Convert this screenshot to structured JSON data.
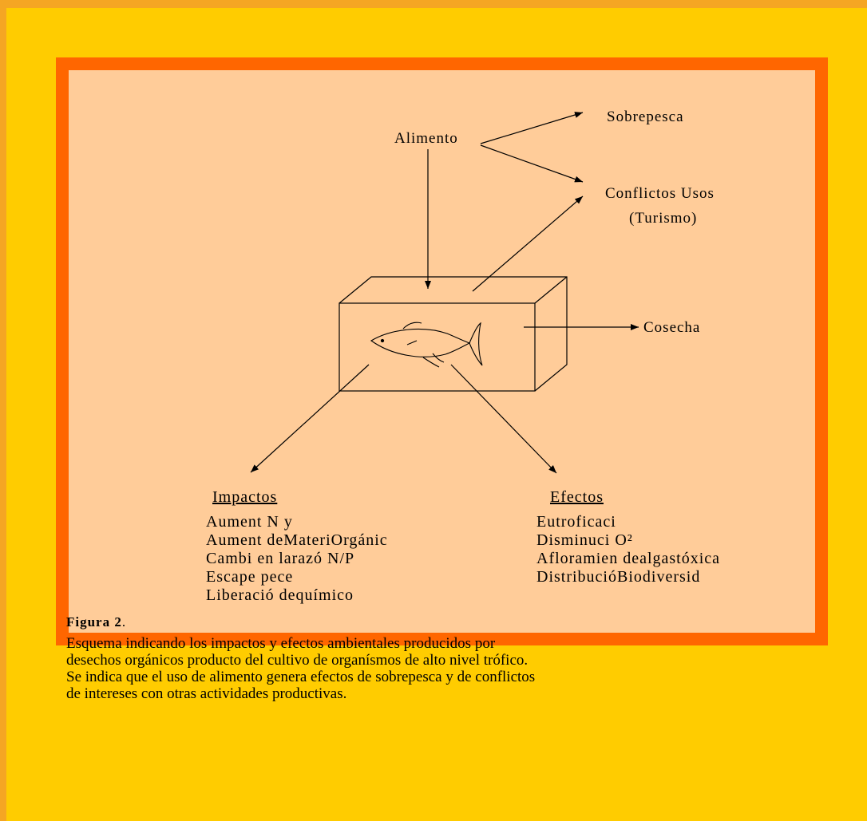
{
  "nodes": {
    "alimento": "Alimento",
    "sobrepesca": "Sobrepesca",
    "conflictos_line1": "Conflictos Usos",
    "conflictos_line2": "(Turismo)",
    "cosecha": "Cosecha"
  },
  "impactos": {
    "heading": "Impactos",
    "items": [
      "Aument N y",
      "Aument deMateriOrgánic",
      "Cambi en larazó N/P",
      "Escape pece",
      "Liberació dequímico"
    ]
  },
  "efectos": {
    "heading": "Efectos",
    "items": [
      "Eutroficaci",
      "Disminuci O²",
      "Afloramien dealgastóxica",
      "DistribucióBiodiversid"
    ]
  },
  "caption": {
    "title": "Figura 2",
    "title_suffix": ".",
    "lines": [
      "Esquema indicando los impactos y efectos ambientales producidos por",
      "desechos orgánicos producto del cultivo de organísmos de alto nivel trófico.",
      "Se indica que el uso de alimento genera efectos de sobrepesca y de conflictos",
      "de intereses con otras actividades productivas."
    ]
  },
  "colors": {
    "outer_background": "#ffcc00",
    "outer_border": "#f5a623",
    "inner_border": "#ff6600",
    "inner_background": "#ffcc99",
    "line": "#000000"
  }
}
